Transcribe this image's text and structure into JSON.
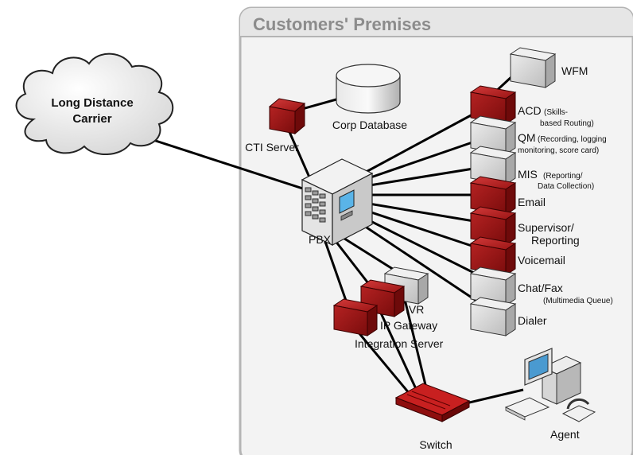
{
  "region": {
    "title": "Customers' Premises"
  },
  "cloud": {
    "line1": "Long Distance",
    "line2": "Carrier"
  },
  "nodes": {
    "pbx": "PBX",
    "cti_server": "CTI Server",
    "corp_database": "Corp Database",
    "wfm": "WFM",
    "acd": {
      "main": "ACD",
      "detail1": "(Skills-",
      "detail2": "based Routing)"
    },
    "qm": {
      "main": "QM",
      "detail1": "(Recording, logging",
      "detail2": "monitoring, score card)"
    },
    "mis": {
      "main": "MIS",
      "detail1": "(Reporting/",
      "detail2": "Data Collection)"
    },
    "email": "Email",
    "supervisor": {
      "line1": "Supervisor/",
      "line2": "Reporting"
    },
    "voicemail": "Voicemail",
    "chat_fax": {
      "main": "Chat/Fax",
      "detail": "(Multimedia Queue)"
    },
    "dialer": "Dialer",
    "ivr": "IVR",
    "ip_gateway": "IP Gateway",
    "integration_server": "Integration Server",
    "switch": "Switch",
    "agent": "Agent"
  },
  "colors": {
    "red_server": "#a01818",
    "gray_server": "#d4d4d4",
    "region_fill": "#f3f3f3",
    "region_border": "#b4b4b4"
  }
}
